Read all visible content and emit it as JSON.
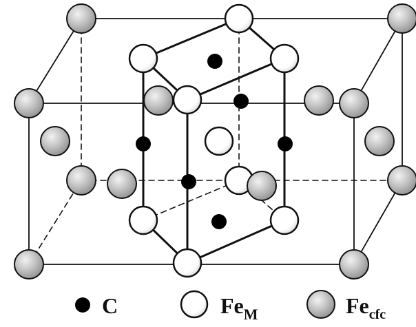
{
  "legend": {
    "carbon_label": "C",
    "fe_m_base": "Fe",
    "fe_m_sub": "M",
    "fe_cfc_base": "Fe",
    "fe_cfc_sub": "cfc"
  },
  "colors": {
    "fe_cfc_fill": "#c4c4c4",
    "fe_m_fill": "#ffffff",
    "carbon_fill": "#000000",
    "line": "#111111"
  },
  "icons": {
    "carbon": "black-dot-icon",
    "fe_m": "white-sphere-icon",
    "fe_cfc": "gray-sphere-icon"
  }
}
